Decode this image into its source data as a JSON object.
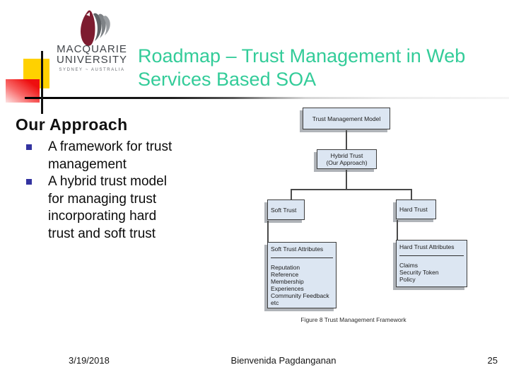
{
  "logo": {
    "line1": "MACQUARIE",
    "line2": "UNIVERSITY",
    "tagline": "SYDNEY ~ AUSTRALIA",
    "emblem_icon": "macquarie-sirius-star-emblem",
    "colors": {
      "leaf": "#7d1c30",
      "feathers": "#7e8286"
    }
  },
  "header": {
    "title": "Roadmap – Trust Management in Web Services Based SOA",
    "title_color": "#33cc99"
  },
  "content": {
    "heading": "Our Approach",
    "bullet_color": "#3333a0",
    "bullets": [
      "A framework for trust management",
      "A hybrid trust model for managing trust incorporating hard trust and soft trust"
    ]
  },
  "diagram": {
    "box_fill": "#dce6f2",
    "root": "Trust Management Model",
    "hybrid_line1": "Hybrid Trust",
    "hybrid_line2": "(Our Approach)",
    "soft": "Soft Trust",
    "hard": "Hard Trust",
    "soft_attr": {
      "title": "Soft Trust Attributes",
      "items": [
        "Reputation",
        "Reference",
        "Membership",
        "Experiences",
        "Community Feedback",
        "etc"
      ]
    },
    "hard_attr": {
      "title": "Hard Trust Attributes",
      "items": [
        "Claims",
        "Security Token",
        "Policy"
      ]
    },
    "caption": "Figure 8 Trust Management Framework"
  },
  "footer": {
    "date": "3/19/2018",
    "author": "Bienvenida Pagdanganan",
    "page_number": "25"
  },
  "accent_colors": {
    "yellow": "#ffd100",
    "red": "#ee0f0f",
    "blue": "#2d2dae"
  }
}
